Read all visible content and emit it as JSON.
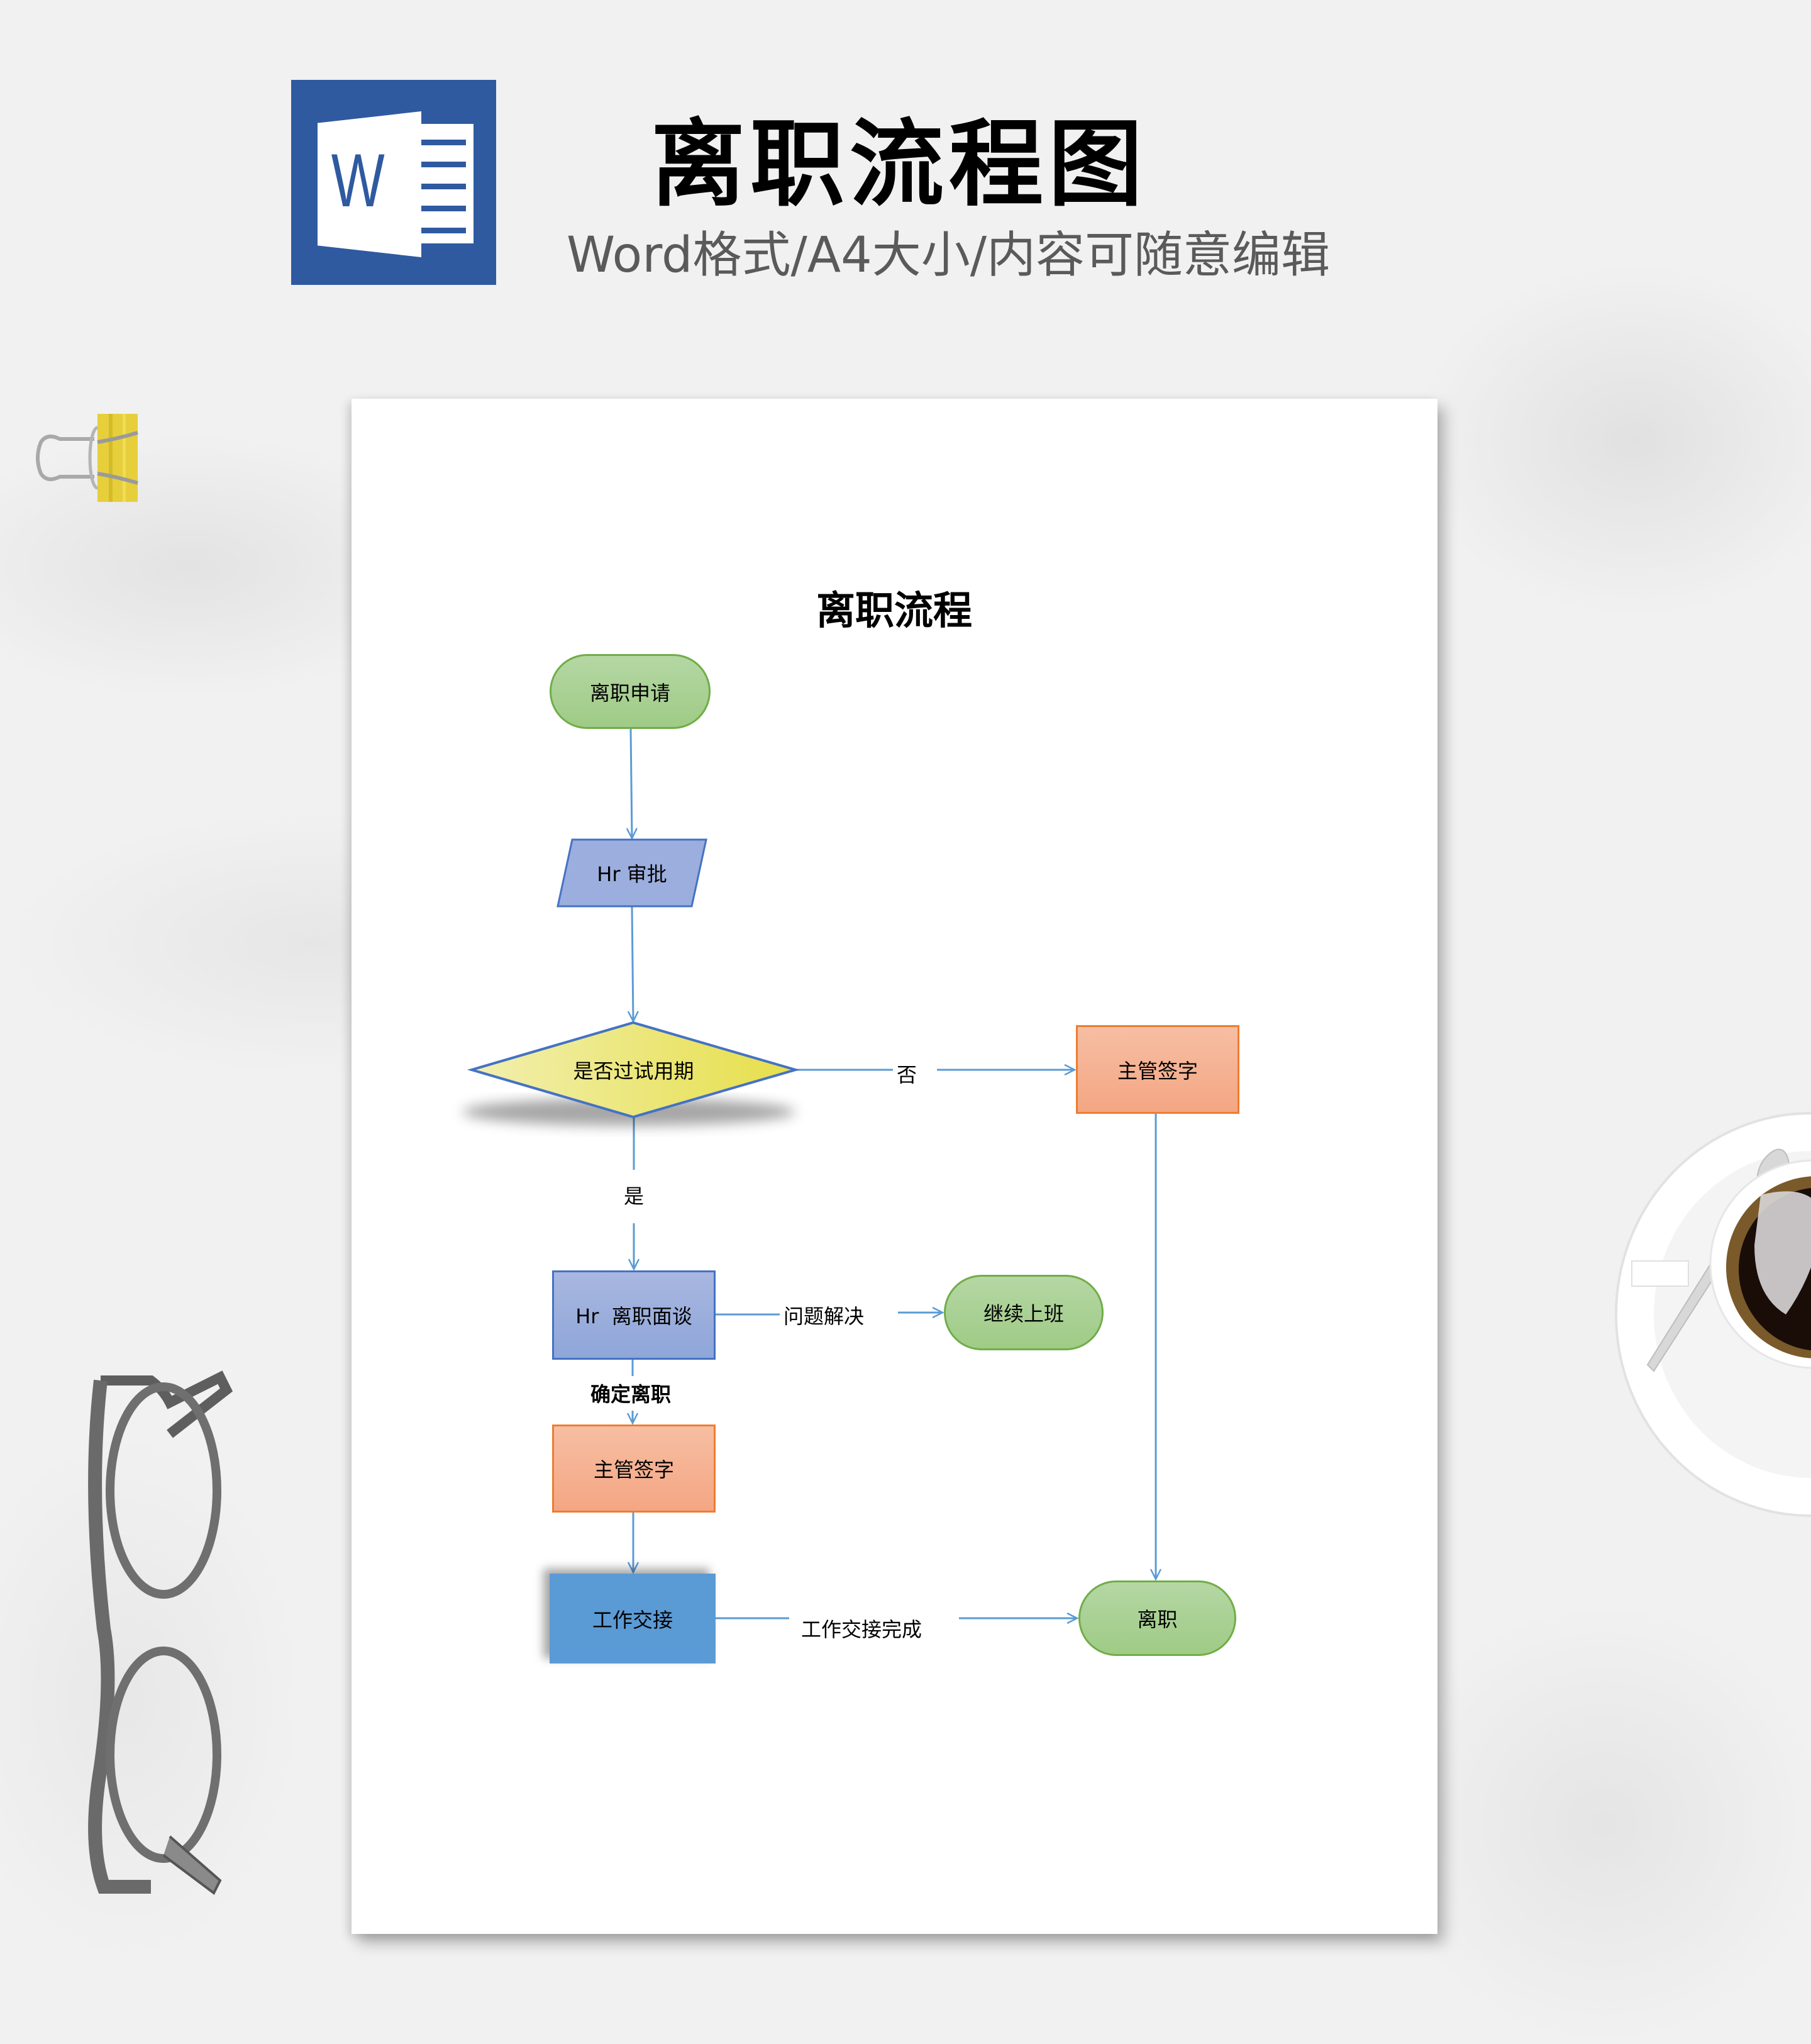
{
  "header": {
    "app_icon": "word-icon",
    "app_icon_letter": "W",
    "title": "离职流程图",
    "subtitle": "Word格式/A4大小/内容可随意编辑"
  },
  "colors": {
    "word_blue": "#2f5aa0",
    "terminal_fill": "#a9d18e",
    "terminal_border": "#70ad47",
    "process_blue_fill": "#9aaede",
    "process_blue_border": "#4472c4",
    "decision_fill": "#e8e25a",
    "process_orange_fill": "#f5b092",
    "process_orange_border": "#ed7d31",
    "handover_fill": "#5b9bd5",
    "connector": "#5b9bd5"
  },
  "document": {
    "heading": "离职流程",
    "nodes": {
      "apply": "离职申请",
      "hr_approve": "Hr 审批",
      "probation_check": "是否过试用期",
      "supervisor_sign_right": "主管签字",
      "hr_interview": "Hr  离职面谈",
      "continue_work": "继续上班",
      "supervisor_sign_left": "主管签字",
      "handover": "工作交接",
      "resign": "离职"
    },
    "edge_labels": {
      "no": "否",
      "yes": "是",
      "resolved": "问题解决",
      "confirm_resign": "确定离职",
      "handover_done": "工作交接完成"
    }
  },
  "decorations": [
    "binder-clip",
    "coffee-cup",
    "eyeglasses"
  ]
}
